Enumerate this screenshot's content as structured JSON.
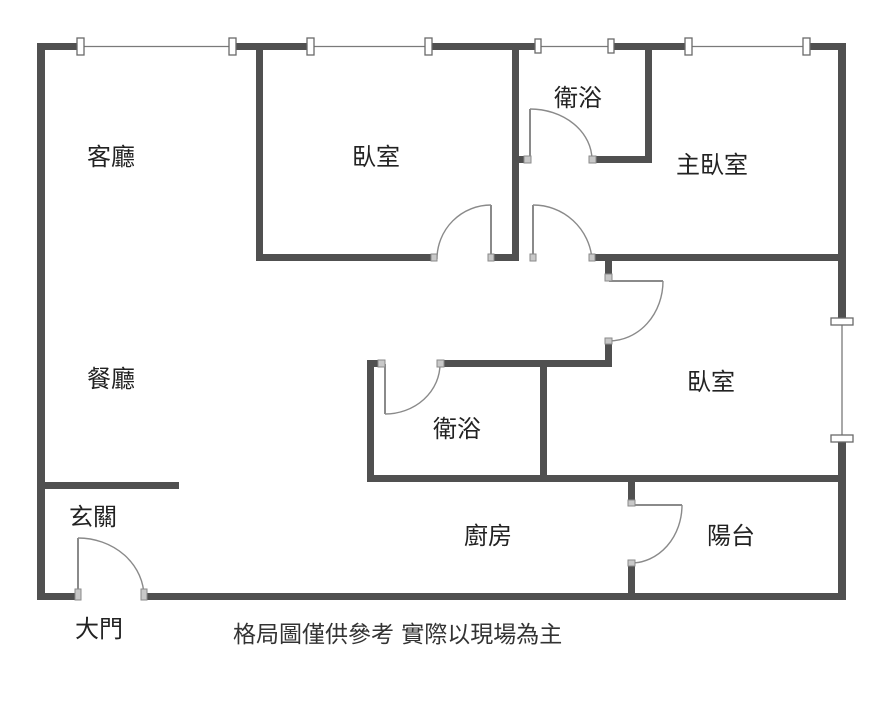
{
  "rooms": {
    "living_room": "客廳",
    "dining_room": "餐廳",
    "bedroom_top": "臥室",
    "master_bath": "衛浴",
    "master_bedroom": "主臥室",
    "bedroom_right": "臥室",
    "bathroom": "衛浴",
    "foyer": "玄關",
    "kitchen": "廚房",
    "balcony": "陽台",
    "main_door": "大門"
  },
  "note": "格局圖僅供參考  實際以現場為主"
}
